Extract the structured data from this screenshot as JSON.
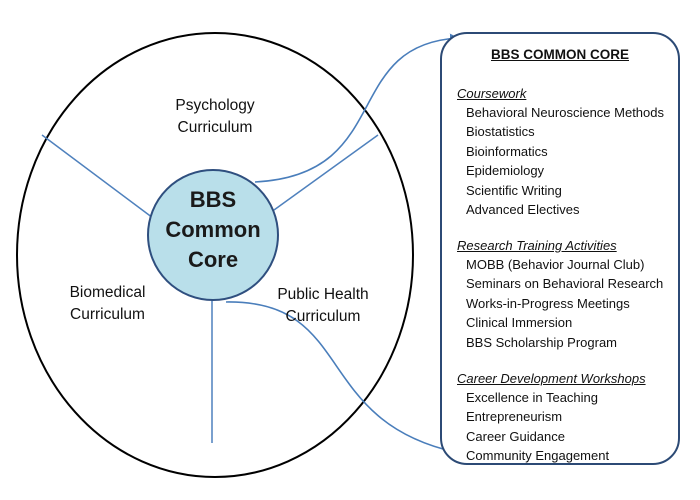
{
  "core": {
    "lines": [
      "BBS",
      "Common",
      "Core"
    ]
  },
  "segments": {
    "psychology": {
      "lines": [
        "Psychology",
        "Curriculum"
      ]
    },
    "biomedical": {
      "lines": [
        "Biomedical",
        "Curriculum"
      ]
    },
    "public_health": {
      "lines": [
        "Public Health",
        "Curriculum"
      ]
    }
  },
  "panel": {
    "title": "BBS COMMON CORE",
    "sections": [
      {
        "title": "Coursework",
        "items": [
          "Behavioral Neuroscience Methods",
          "Biostatistics",
          "Bioinformatics",
          "Epidemiology",
          "Scientific Writing",
          "Advanced Electives"
        ]
      },
      {
        "title": "Research Training Activities",
        "items": [
          "MOBB (Behavior Journal Club)",
          "Seminars on Behavioral Research",
          "Works-in-Progress Meetings",
          "Clinical Immersion",
          "BBS Scholarship Program"
        ]
      },
      {
        "title": "Career Development Workshops",
        "items": [
          "Excellence in Teaching",
          "Entrepreneurism",
          "Career Guidance",
          "Community Engagement"
        ]
      }
    ]
  },
  "colors": {
    "outline": "#000000",
    "divider": "#4f81bd",
    "core_fill": "#b9dfea",
    "core_stroke": "#2f4f7f",
    "arrow": "#4a7ebb",
    "panel_stroke": "#2c4a75"
  }
}
